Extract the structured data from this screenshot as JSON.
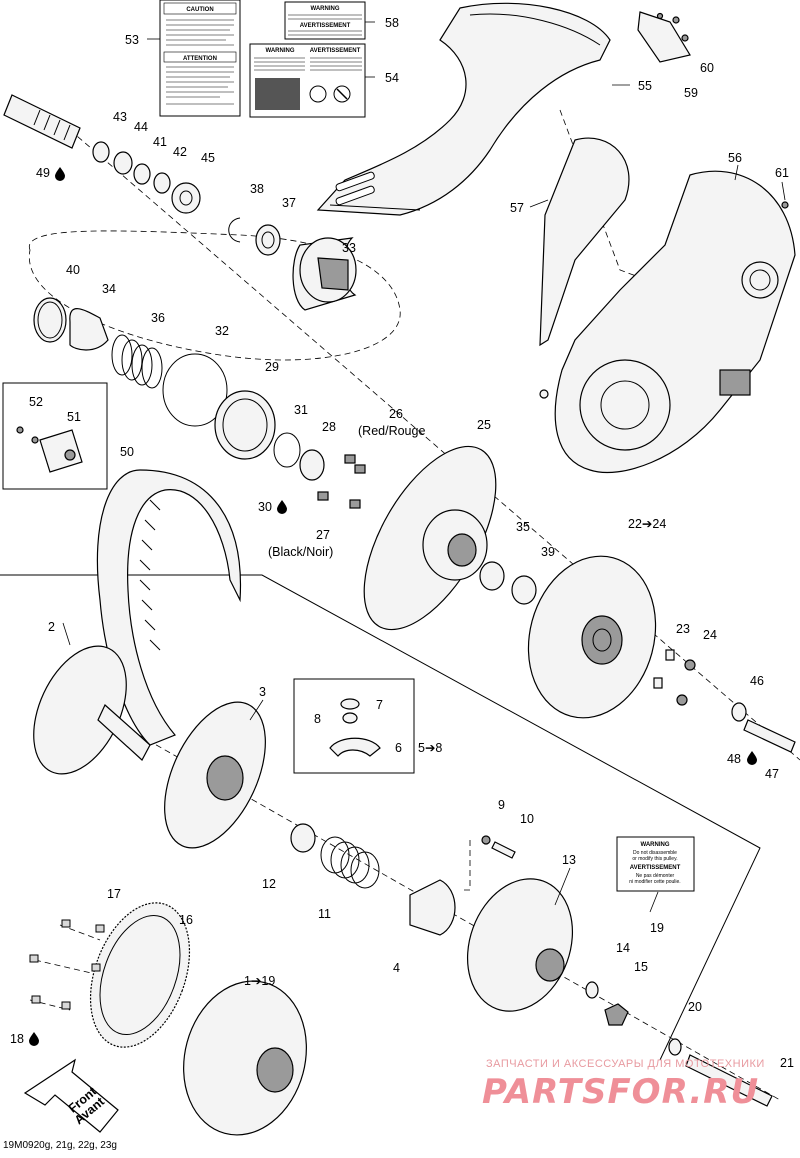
{
  "callouts": {
    "c1_19": "1➔19",
    "c2": "2",
    "c3": "3",
    "c4": "4",
    "c5_8": "5➔8",
    "c6": "6",
    "c7": "7",
    "c8": "8",
    "c9": "9",
    "c10": "10",
    "c11": "11",
    "c12": "12",
    "c13": "13",
    "c14": "14",
    "c15": "15",
    "c16": "16",
    "c17": "17",
    "c18": "18",
    "c19": "19",
    "c20": "20",
    "c21": "21",
    "c22_24": "22➔24",
    "c23": "23",
    "c24": "24",
    "c25": "25",
    "c26": "26",
    "c26_note": "(Red/Rouge",
    "c27": "27",
    "c27_note": "(Black/Noir)",
    "c28": "28",
    "c29": "29",
    "c30": "30",
    "c31": "31",
    "c32": "32",
    "c33": "33",
    "c34": "34",
    "c35": "35",
    "c36": "36",
    "c37": "37",
    "c38": "38",
    "c39": "39",
    "c40": "40",
    "c41": "41",
    "c42": "42",
    "c43": "43",
    "c44": "44",
    "c45": "45",
    "c46": "46",
    "c47": "47",
    "c48": "48",
    "c49": "49",
    "c50": "50",
    "c51": "51",
    "c52": "52",
    "c53": "53",
    "c54": "54",
    "c55": "55",
    "c56": "56",
    "c57": "57",
    "c58": "58",
    "c59": "59",
    "c60": "60",
    "c61": "61"
  },
  "labels": {
    "caution": "CAUTION",
    "attention": "ATTENTION",
    "warning": "WARNING",
    "avertissement": "AVERTISSEMENT",
    "pulley_warning_1": "Do not disassemble",
    "pulley_warning_2": "or modify this pulley.",
    "pulley_avert_1": "Ne pas démonter",
    "pulley_avert_2": "ni modifier cette poulie.",
    "front": "Front",
    "avant": "Avant"
  },
  "footer": "19M0920g, 21g, 22g, 23g",
  "watermark": {
    "line1": "ЗАПЧАСТИ И АКСЕССУАРЫ ДЛЯ МОТОТЕХНИКИ",
    "line2": "PARTSFOR.RU"
  }
}
